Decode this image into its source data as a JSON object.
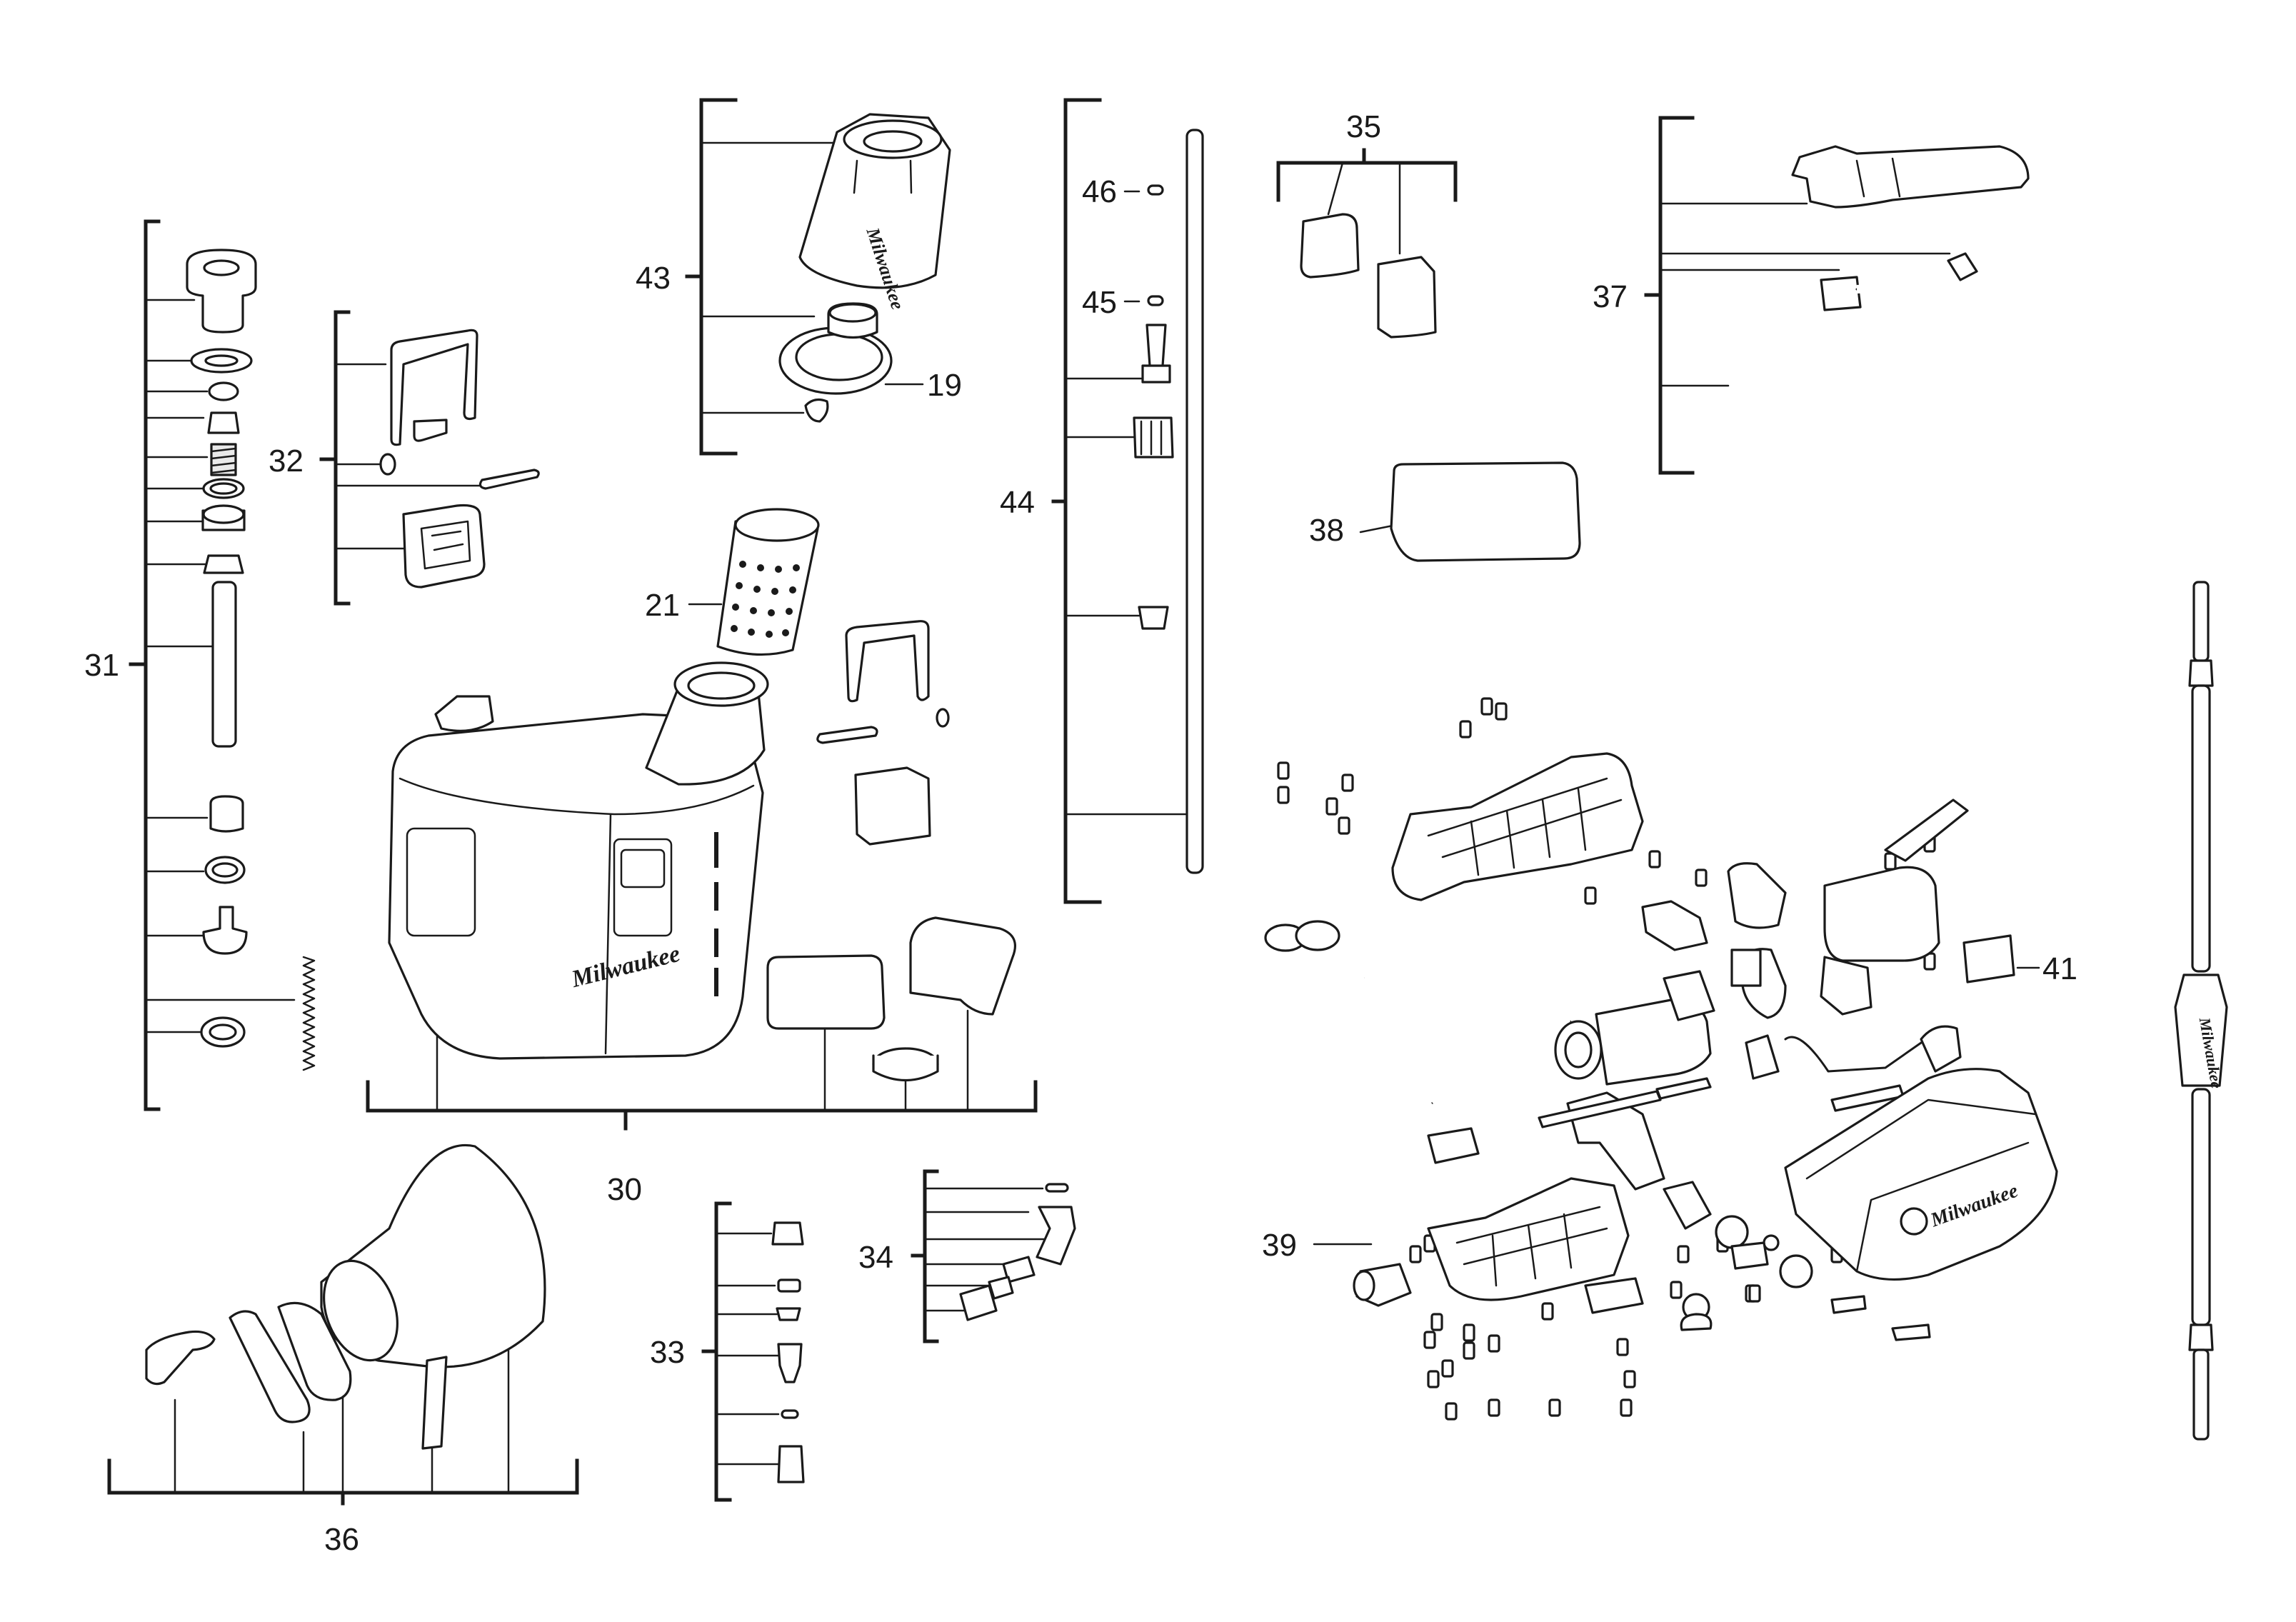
{
  "labels": {
    "l19": "19",
    "l21": "21",
    "l30": "30",
    "l31": "31",
    "l32": "32",
    "l33": "33",
    "l34": "34",
    "l35": "35",
    "l36": "36",
    "l37": "37",
    "l38": "38",
    "l39": "39",
    "l41": "41",
    "l43": "43",
    "l44": "44",
    "l45": "45",
    "l46": "46"
  },
  "brand_mark": "Milwaukee"
}
